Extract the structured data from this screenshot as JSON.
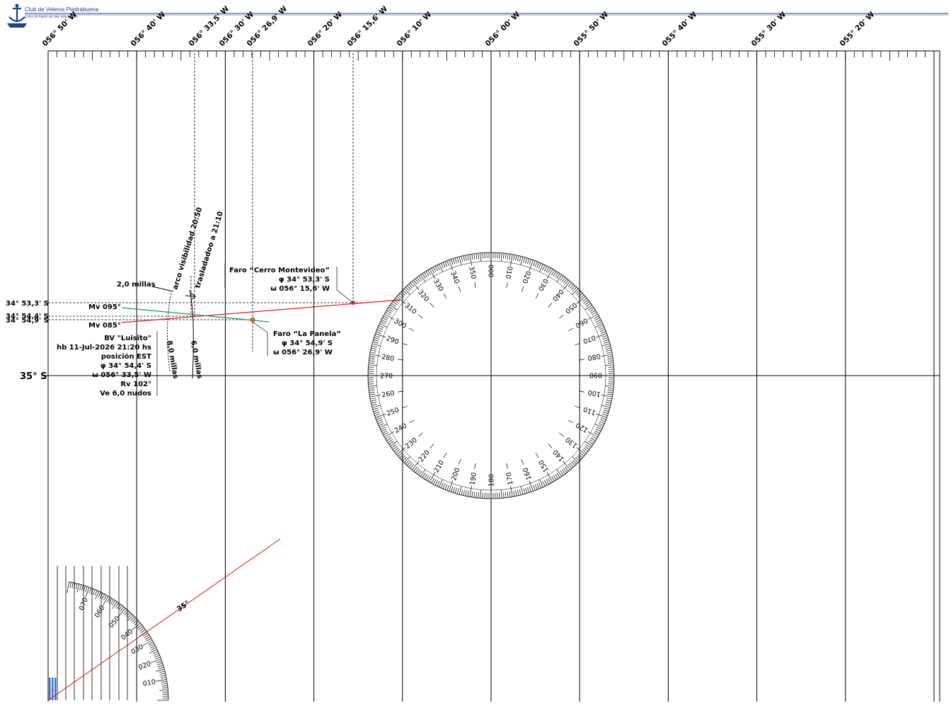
{
  "header": {
    "club_name": "Club de Veleros Piedrabuena",
    "course_name": "Curso de Patrón de Yate Vela y Motor",
    "logo_icon": "anchor-crest-icon",
    "accent_color": "#1f3f8f"
  },
  "longitudes": [
    "056° 50' W",
    "056° 40' W",
    "056° 33,5' W",
    "056° 30' W",
    "056° 26,9' W",
    "056° 20' W",
    "056° 15,6' W",
    "056° 10' W",
    "056° 00' W",
    "055° 50' W",
    "055° 40' W",
    "055° 30' W",
    "055° 20' W"
  ],
  "latitudes": {
    "lat_53_3": "34° 53,3' S",
    "lat_54_4": "34° 54,4' S",
    "lat_54_9": "34° 54,9' S",
    "lat_35": "35° S"
  },
  "bearings": {
    "mv095": "Mv 095°",
    "mv085": "Mv 085°"
  },
  "annotations": {
    "distance_2": "2,0 millas",
    "arc_visibility": "arco visibilidad 20:50",
    "transferred": "trasladadoo a 21:10",
    "distance_8": "8,0 millas",
    "distance_6": "6,0 millas",
    "angle_35": "35°"
  },
  "lighthouse_cerro": {
    "name": "Faro “Cerro Montevideo”",
    "lat": "φ 34° 53,3' S",
    "lon": "ω 056° 15,6' W",
    "color": "#e03020"
  },
  "lighthouse_panela": {
    "name": "Faro “La Panela”",
    "lat": "φ 34° 54,9' S",
    "lon": "ω 056° 26,9' W",
    "color": "#e06a20"
  },
  "vessel": {
    "name": "BV \"Luisito\"",
    "time": "hb 11-Jul-2026 21:20 hs",
    "position_label": "posición EST",
    "lat": "φ 34° 54,4' S",
    "lon": "ω 056° 33,5' W",
    "course": "Rv 102°",
    "speed": "Ve 6,0 nudos"
  },
  "compass_rose": {
    "labels": [
      "000",
      "010",
      "020",
      "030",
      "040",
      "050",
      "060",
      "070",
      "080",
      "090",
      "100",
      "110",
      "120",
      "130",
      "140",
      "150",
      "160",
      "170",
      "180",
      "190",
      "200",
      "210",
      "220",
      "230",
      "240",
      "250",
      "260",
      "270",
      "280",
      "290",
      "300",
      "310",
      "320",
      "330",
      "340",
      "350"
    ]
  },
  "protractor": {
    "labels": [
      "010",
      "020",
      "030",
      "040",
      "050",
      "060",
      "070"
    ]
  },
  "colors": {
    "bearing_red": "#e01818",
    "bearing_green": "#1a9a4a",
    "scale_blue": "#3a6fc8"
  }
}
